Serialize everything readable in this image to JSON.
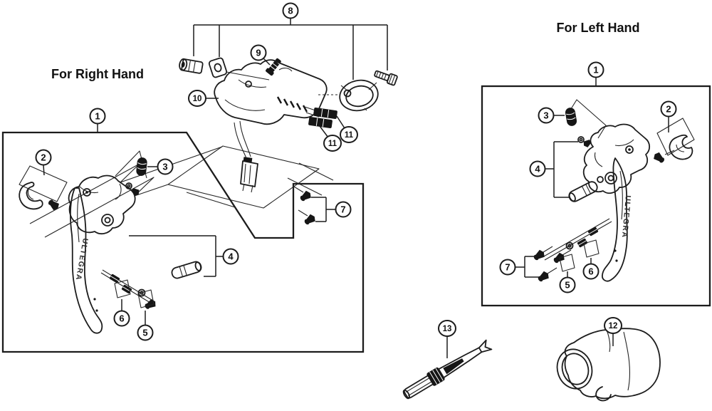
{
  "figure": {
    "kind": "exploded-parts-diagram",
    "background": "#ffffff",
    "line_color": "#1c1c1c"
  },
  "titles": {
    "right_hand": "For Right Hand",
    "left_hand": "For Left Hand"
  },
  "brand": {
    "lever_text": "ULTEGRA"
  },
  "callouts": {
    "n1": "1",
    "n2": "2",
    "n3": "3",
    "n4": "4",
    "n5": "5",
    "n6": "6",
    "n7": "7",
    "n8": "8",
    "n9": "9",
    "n10": "10",
    "n11": "11",
    "n12": "12",
    "n13": "13"
  }
}
